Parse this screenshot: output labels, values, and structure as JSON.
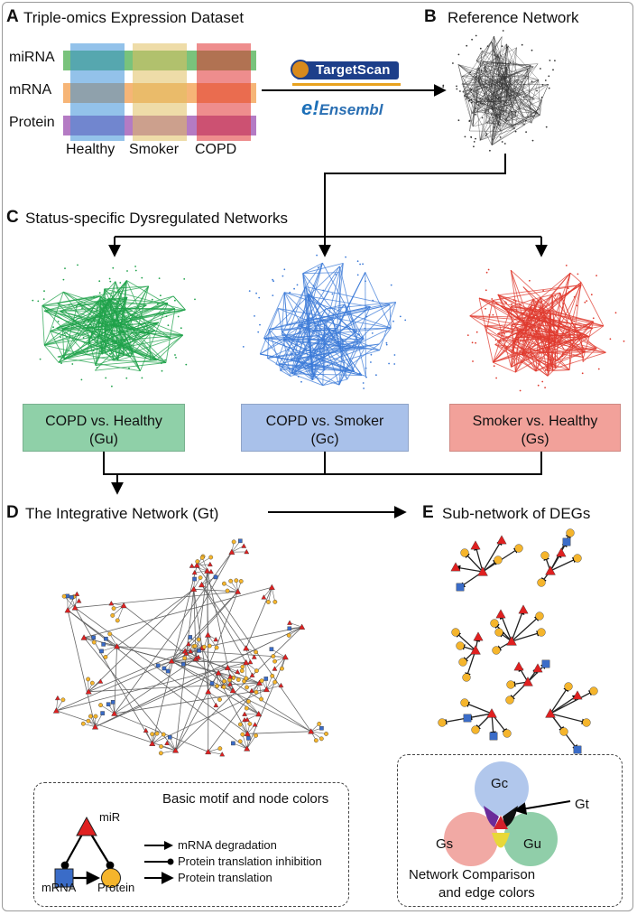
{
  "panel_a": {
    "letter": "A",
    "title": "Triple-omics Expression Dataset",
    "rows": [
      "miRNA",
      "mRNA",
      "Protein"
    ],
    "columns": [
      "Healthy",
      "Smoker",
      "COPD"
    ],
    "row_colors": [
      "#4caf50",
      "#f39c4a",
      "#9b4fb0"
    ],
    "column_colors": [
      "#3a8fd8",
      "#e0c060",
      "#e03030"
    ]
  },
  "logos": {
    "targetscan": "TargetScan",
    "ensembl_prefix": "e!",
    "ensembl": "Ensembl"
  },
  "panel_b": {
    "letter": "B",
    "title": "Reference Network",
    "color": "#333333"
  },
  "panel_c": {
    "letter": "C",
    "title": "Status-specific Dysregulated Networks",
    "networks": [
      {
        "line1": "COPD vs. Healthy",
        "line2": "(Gu)",
        "color": "#1fa24a",
        "box_color": "#8fd0a8"
      },
      {
        "line1": "COPD vs. Smoker",
        "line2": "(Gc)",
        "color": "#3b7ad8",
        "box_color": "#a9c1ea"
      },
      {
        "line1": "Smoker vs. Healthy",
        "line2": "(Gs)",
        "color": "#e03a2e",
        "box_color": "#f2a19a"
      }
    ]
  },
  "panel_d": {
    "letter": "D",
    "title": "The Integrative Network (Gt)"
  },
  "panel_e": {
    "letter": "E",
    "title": "Sub-network of DEGs"
  },
  "legend": {
    "title": "Basic motif and node colors",
    "nodes": {
      "mir": "miR",
      "mrna": "mRNA",
      "protein": "Protein"
    },
    "node_colors": {
      "mir": "#e02020",
      "mrna": "#3a6cc8",
      "protein": "#f5b52c"
    },
    "edges": [
      "mRNA degradation",
      "Protein translation inhibition",
      "Protein translation"
    ]
  },
  "venn": {
    "labels": {
      "gc": "Gc",
      "gs": "Gs",
      "gu": "Gu",
      "gt": "Gt"
    },
    "colors": {
      "gc": "#a9c1ea",
      "gs": "#ef9a94",
      "gu": "#7cc69a",
      "purple": "#6b2a9a",
      "yellow": "#e8d838",
      "center": "#000000"
    },
    "caption_line1": "Network Comparison",
    "caption_line2": "and edge colors"
  }
}
